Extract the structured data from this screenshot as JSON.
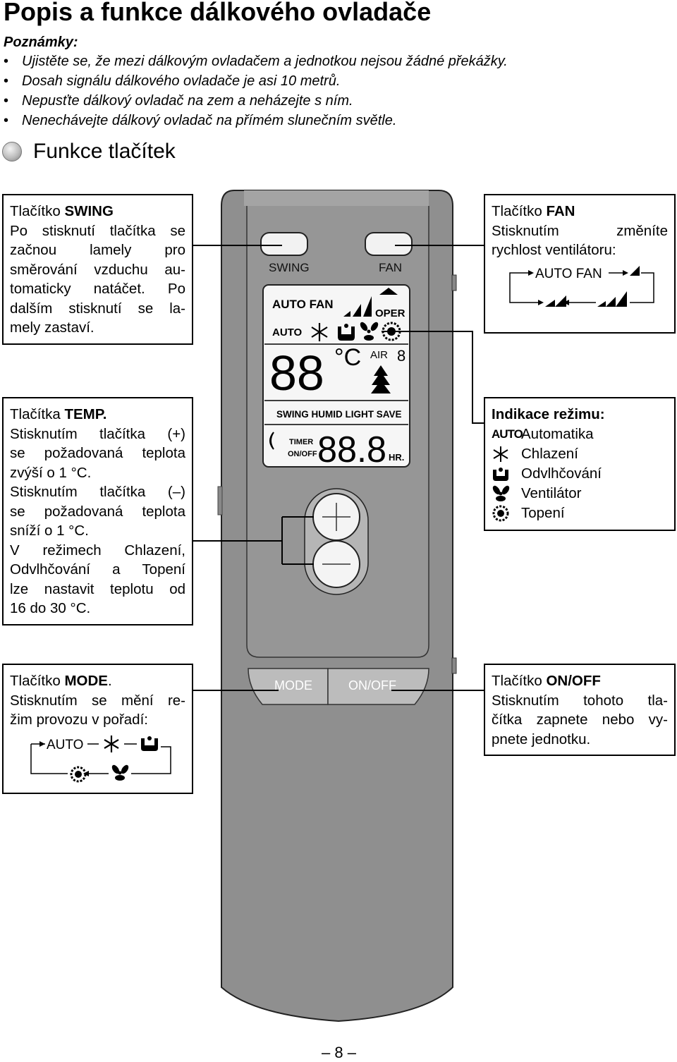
{
  "title": "Popis a funkce dálkového ovladače",
  "notes": {
    "heading": "Poznámky:",
    "bullet": "•",
    "items": [
      "Ujistěte se, že mezi dálkovým ovladačem a jednotkou nejsou žádné překážky.",
      "Dosah signálu dálkového ovladače je asi 10 metrů.",
      "Nepusťte dálkový ovladač na zem a neházejte s ním.",
      "Nenechávejte dálkový ovladač na přímém slunečním světle."
    ]
  },
  "section_title": "Funkce tlačítek",
  "swing_box": {
    "prefix": "Tlačítko ",
    "name": "SWING",
    "lines": [
      "Po stisknutí tlačítka se",
      "začnou lamely pro",
      "směrování vzduchu au-",
      "tomaticky natáčet. Po",
      "dalším stisknutí se la-",
      "mely zastaví."
    ]
  },
  "fan_box": {
    "prefix": "Tlačítko ",
    "name": "FAN",
    "lines": [
      "Stisknutím změníte",
      "rychlost ventilátoru:"
    ],
    "diagram_label": "AUTO FAN"
  },
  "temp_box": {
    "prefix": "Tlačítka ",
    "name": "TEMP.",
    "lines": [
      "Stisknutím tlačítka (+)",
      "se požadovaná teplota",
      "zvýší o 1 °C.",
      "Stisknutím tlačítka (–)",
      "se požadovaná teplota",
      "sníží o 1 °C.",
      "V režimech Chlazení,",
      "Odvlhčování a Topení",
      "lze nastavit teplotu od",
      "16 do 30 °C."
    ]
  },
  "mode_indicator_box": {
    "heading": "Indikace režimu:",
    "items": [
      {
        "icon": "auto-icon",
        "glyph": "AUTO",
        "label": "Automatika"
      },
      {
        "icon": "snowflake-icon",
        "label": "Chlazení"
      },
      {
        "icon": "dehumidify-icon",
        "label": "Odvlhčování"
      },
      {
        "icon": "fan-icon",
        "label": "Ventilátor"
      },
      {
        "icon": "sun-heat-icon",
        "label": "Topení"
      }
    ]
  },
  "mode_box": {
    "prefix": "Tlačítko ",
    "name": "MODE",
    "suffix": ".",
    "lines": [
      "Stisknutím se mění re-",
      "žim provozu v pořadí:"
    ],
    "diagram_label": "AUTO"
  },
  "onoff_box": {
    "prefix": "Tlačítko ",
    "name": "ON/OFF",
    "lines": [
      "Stisknutím tohoto tla-",
      "čítka zapnete nebo vy-",
      "pnete jednotku."
    ]
  },
  "remote": {
    "btn_swing": "SWING",
    "btn_fan": "FAN",
    "lcd_auto_fan": "AUTO  FAN",
    "lcd_oper": "OPER",
    "lcd_auto": "AUTO",
    "lcd_temp": "88",
    "lcd_unit": "°C",
    "lcd_air": "AIR",
    "lcd_air_digit": "8",
    "lcd_functions": "SWING  HUMID LIGHT  SAVE",
    "lcd_timer": "TIMER",
    "lcd_onoff": "ON/OFF",
    "lcd_time": "88.8",
    "lcd_hr": "HR.",
    "btn_mode": "MODE",
    "btn_onoff": "ON/OFF"
  },
  "page_number": "– 8 –"
}
